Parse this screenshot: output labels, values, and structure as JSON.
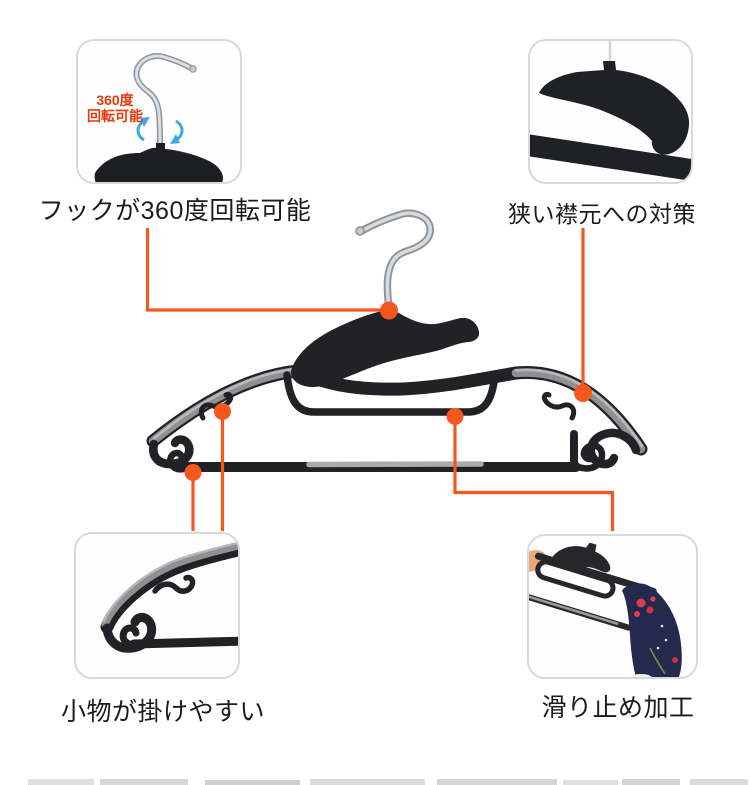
{
  "colors": {
    "accent_orange": "#f6571e",
    "hanger_black": "#212126",
    "pad_gray": "#8e9094",
    "metal_gray": "#c9ccd0",
    "rotation_arrow_blue": "#3fa7e8",
    "warning_red": "#e8380c",
    "caption_text": "#1b1b1d",
    "inset_border": "#d9d9d9",
    "background": "#ffffff",
    "fabric_navy": "#232a4d",
    "flower_red": "#d8404a"
  },
  "callouts": {
    "hook_rotation": {
      "caption": "フックが360度回転可能",
      "badge_line1": "360度",
      "badge_line2": "回転可能"
    },
    "narrow_collar": {
      "caption": "狭い襟元への対策"
    },
    "small_items": {
      "caption": "小物が掛けやすい"
    },
    "anti_slip": {
      "caption": "滑り止め加工"
    }
  }
}
